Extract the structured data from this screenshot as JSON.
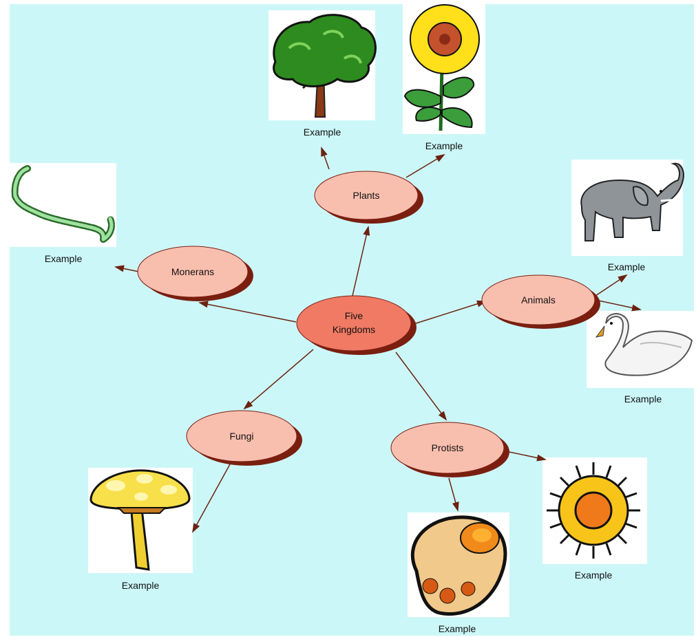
{
  "center": {
    "line1": "Five",
    "line2": "Kingdoms"
  },
  "kingdoms": {
    "plants": "Plants",
    "monerans": "Monerans",
    "animals": "Animals",
    "fungi": "Fungi",
    "protists": "Protists"
  },
  "examples": {
    "tree": "Example",
    "sunflower": "Example",
    "bacteria": "Example",
    "elephant": "Example",
    "swan": "Example",
    "mushroom": "Example",
    "protist_cell": "Example",
    "sun_protist": "Example"
  },
  "colors": {
    "background": "#ccf7f8",
    "center_node": "#f07a64",
    "kingdom_node": "#f9bfae",
    "node_shadow": "#7a1f10",
    "arrow": "#6b2310"
  }
}
